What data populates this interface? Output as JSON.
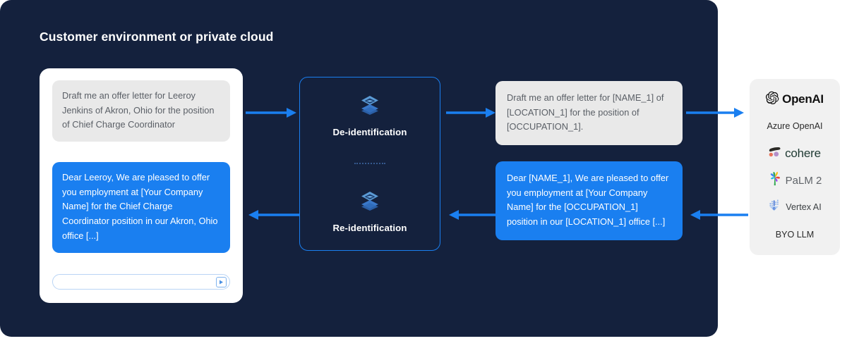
{
  "panel": {
    "title": "Customer environment or private cloud",
    "background_color": "#14213d"
  },
  "colors": {
    "accent_blue": "#1a7ff0",
    "panel_navy": "#14213d",
    "bubble_grey": "#e9e9e9",
    "provider_panel": "#f1f1f1"
  },
  "chat_card": {
    "user_bubble": {
      "text": "Draft me an offer letter for Leeroy Jenkins of Akron, Ohio for the position of Chief Charge Coordinator",
      "role": "user"
    },
    "assistant_bubble": {
      "text": "Dear Leeroy, We are pleased to offer you employment at [Your Company Name] for the Chief Charge Coordinator position in our Akron, Ohio office [...]",
      "role": "assistant"
    },
    "input": {
      "value": "",
      "placeholder": "",
      "send_icon": "send-play-icon"
    }
  },
  "process_panel": {
    "steps": [
      {
        "label": "De-identification",
        "icon": "layers-stack-icon"
      },
      {
        "label": "Re-identification",
        "icon": "layers-stack-icon"
      }
    ],
    "divider": "dotted"
  },
  "deidentified": {
    "prompt": {
      "text": "Draft me an offer letter for [NAME_1] of [LOCATION_1] for the position of [OCCUPATION_1]."
    },
    "response": {
      "text": "Dear [NAME_1], We are pleased to offer you employment at [Your Company Name] for the [OCCUPATION_1] position in our [LOCATION_1] office [...]"
    }
  },
  "providers": {
    "items": [
      {
        "label": "OpenAI",
        "icon": "openai-logo-icon",
        "style": "bold"
      },
      {
        "label": "Azure OpenAI",
        "icon": "",
        "style": "plain"
      },
      {
        "label": "cohere",
        "icon": "cohere-logo-icon",
        "style": "cohere"
      },
      {
        "label": "PaLM 2",
        "icon": "palm-logo-icon",
        "style": "palm"
      },
      {
        "label": "Vertex AI",
        "icon": "vertex-ai-logo-icon",
        "style": "vertex"
      },
      {
        "label": "BYO LLM",
        "icon": "",
        "style": "plain"
      }
    ]
  },
  "arrows": [
    {
      "name": "arrow-chat-to-deidentification",
      "direction": "right"
    },
    {
      "name": "arrow-deidentification-to-prompt",
      "direction": "right"
    },
    {
      "name": "arrow-prompt-to-llm",
      "direction": "right"
    },
    {
      "name": "arrow-llm-to-response",
      "direction": "left"
    },
    {
      "name": "arrow-response-to-reidentification",
      "direction": "left"
    },
    {
      "name": "arrow-reidentification-to-chat",
      "direction": "left"
    }
  ]
}
